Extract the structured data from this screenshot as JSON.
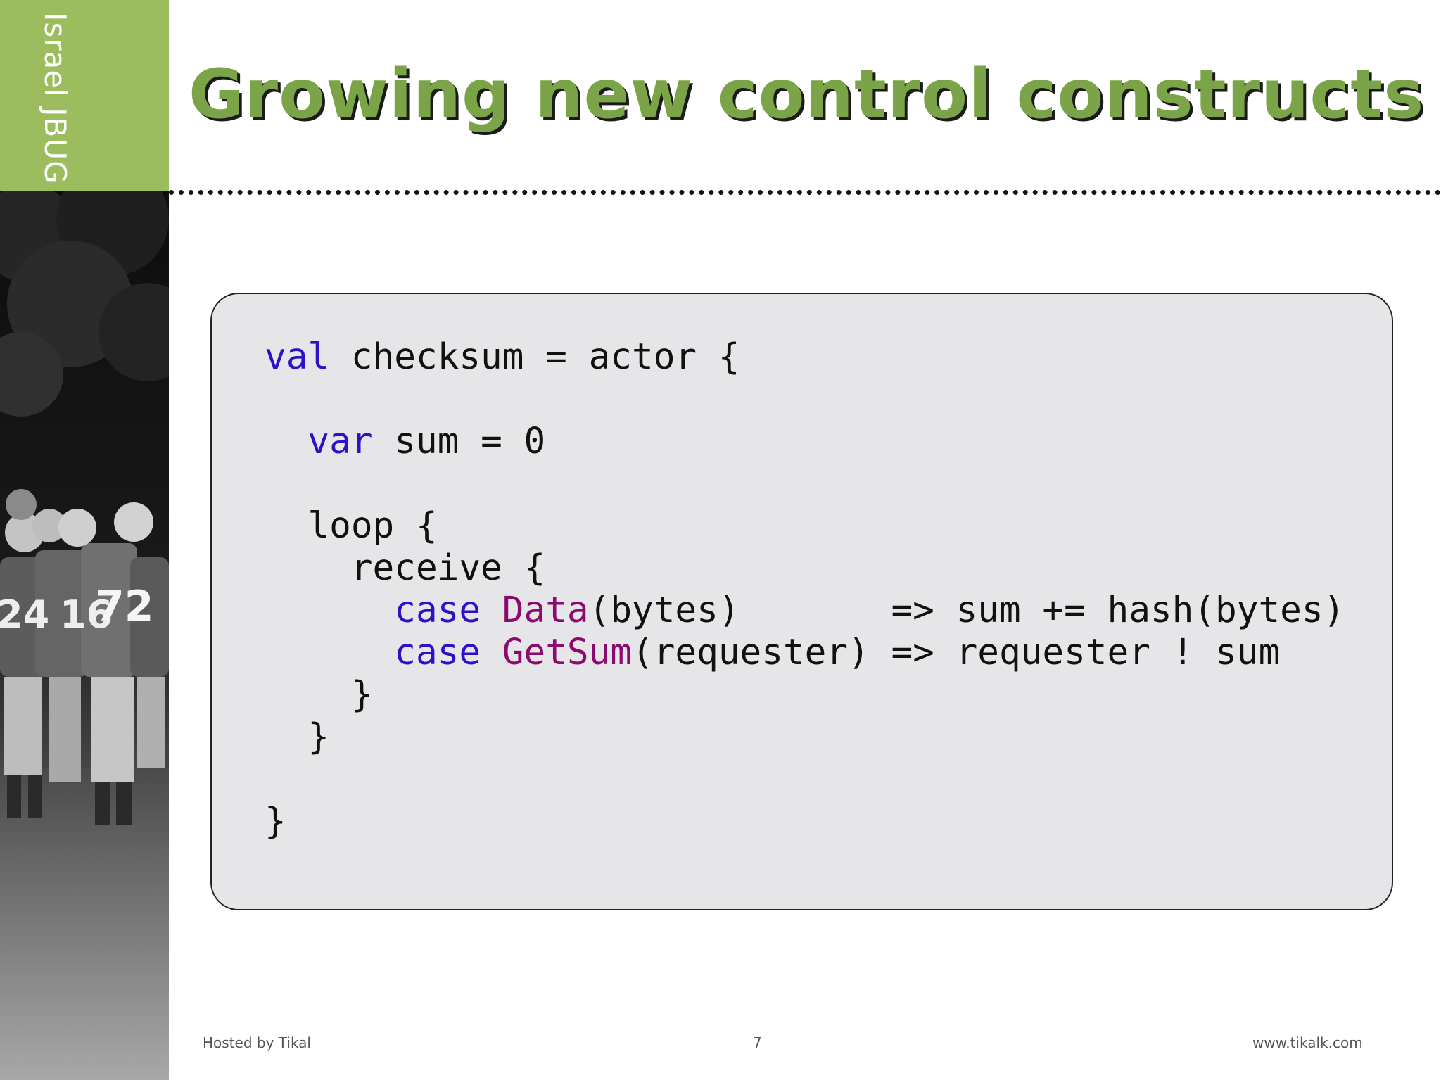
{
  "sidebar": {
    "brand_label": "Israel JBUG",
    "brand_color": "#9bbd5e",
    "jersey_numbers": [
      "24",
      "16",
      "72"
    ]
  },
  "slide": {
    "title": "Growing new control constructs",
    "title_color": "#7aa447"
  },
  "code": {
    "lines": [
      {
        "kw1": "val",
        "t1": " checksum = actor {"
      },
      {},
      {
        "indent": "  ",
        "kw1": "var",
        "t1": " sum = 0"
      },
      {},
      {
        "indent": "  ",
        "t1": "loop {"
      },
      {
        "indent": "    ",
        "t1": "receive {"
      },
      {
        "indent": "      ",
        "kw1": "case",
        "t1": " ",
        "ty": "Data",
        "t2": "(bytes)       => sum += hash(bytes)"
      },
      {
        "indent": "      ",
        "kw1": "case",
        "t1": " ",
        "ty": "GetSum",
        "t2": "(requester) => requester ! sum"
      },
      {
        "indent": "    ",
        "t1": "}"
      },
      {
        "indent": "  ",
        "t1": "}"
      },
      {},
      {
        "t1": "}"
      }
    ],
    "keyword_color": "#2b12c9",
    "type_color": "#8b0a70"
  },
  "footer": {
    "left": "Hosted by Tikal",
    "page_number": "7",
    "right": "www.tikalk.com"
  }
}
